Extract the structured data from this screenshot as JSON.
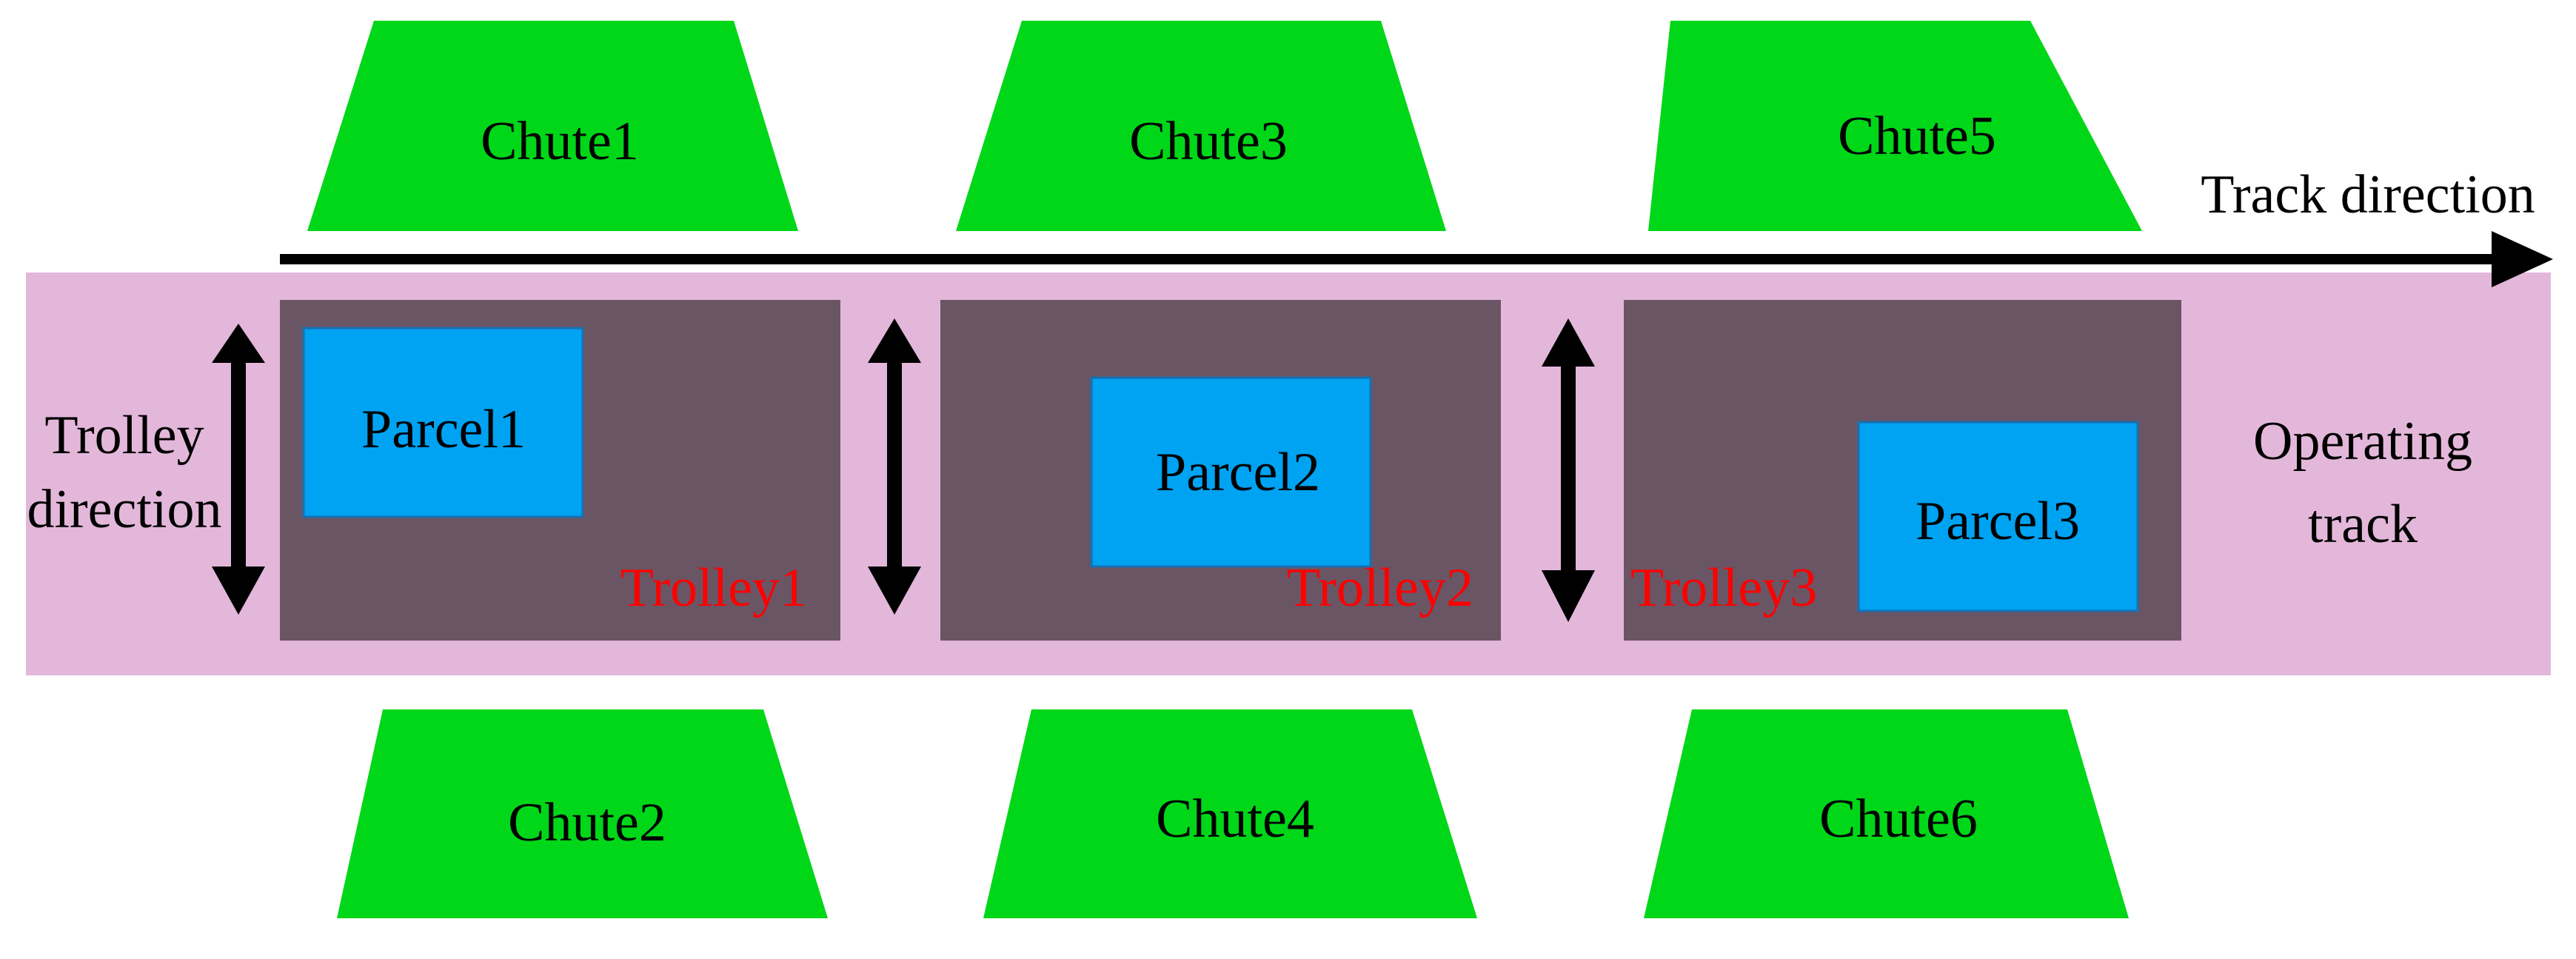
{
  "colors": {
    "chute": "#00d718",
    "track": "#e3b7da",
    "trolley": "#6a5565",
    "parcel": "#00a2f2",
    "parcel_border": "#1a6fb0",
    "trolley_label": "#ff0000",
    "text": "#000000"
  },
  "chutes_top": [
    {
      "label": "Chute1"
    },
    {
      "label": "Chute3"
    },
    {
      "label": "Chute5"
    }
  ],
  "chutes_bottom": [
    {
      "label": "Chute2"
    },
    {
      "label": "Chute4"
    },
    {
      "label": "Chute6"
    }
  ],
  "track_direction_label": "Track direction",
  "trolley_direction_label": [
    "Trolley",
    "direction"
  ],
  "operating_track_label": [
    "Operating",
    "track"
  ],
  "trolleys": [
    {
      "label": "Trolley1",
      "parcel": "Parcel1"
    },
    {
      "label": "Trolley2",
      "parcel": "Parcel2"
    },
    {
      "label": "Trolley3",
      "parcel": "Parcel3"
    }
  ],
  "icons": [
    "double-arrow-vertical-icon",
    "arrow-right-icon"
  ]
}
